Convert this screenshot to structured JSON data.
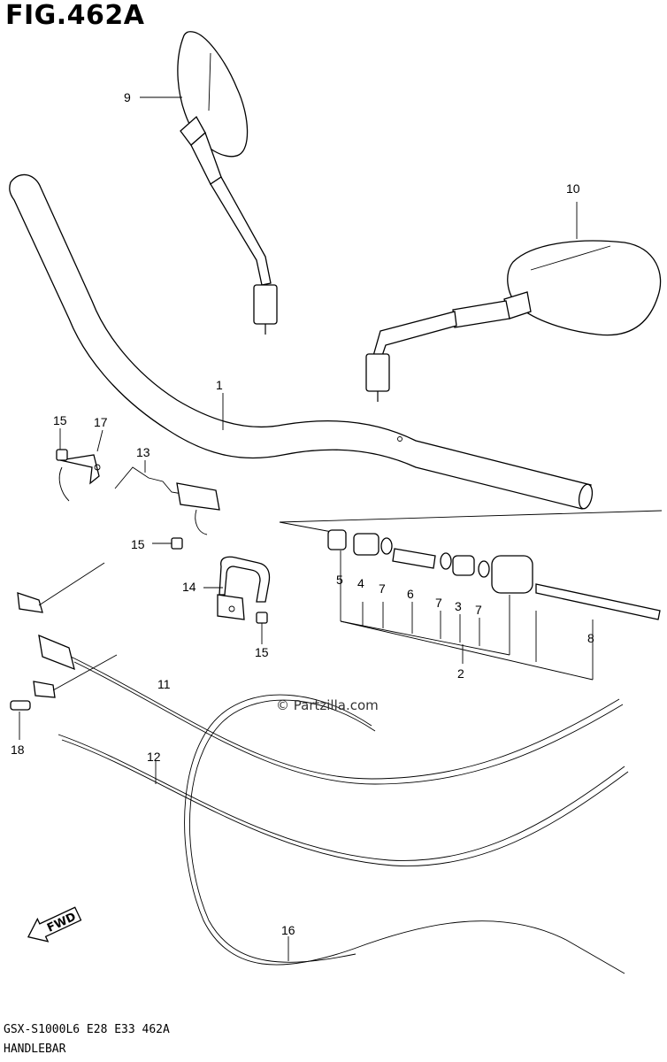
{
  "figure": {
    "title": "FIG.462A"
  },
  "watermark": "© Partzilla.com",
  "fwd_arrow": {
    "label": "FWD"
  },
  "footer": {
    "model_line": "GSX-S1000L6  E28  E33  462A",
    "name": "HANDLEBAR"
  },
  "callouts": {
    "c1": "1",
    "c2": "2",
    "c3": "3",
    "c4": "4",
    "c5": "5",
    "c6": "6",
    "c7a": "7",
    "c7b": "7",
    "c7c": "7",
    "c8": "8",
    "c9": "9",
    "c10": "10",
    "c11": "11",
    "c12": "12",
    "c13": "13",
    "c14": "14",
    "c15a": "15",
    "c15b": "15",
    "c15c": "15",
    "c16": "16",
    "c17": "17",
    "c18": "18"
  }
}
